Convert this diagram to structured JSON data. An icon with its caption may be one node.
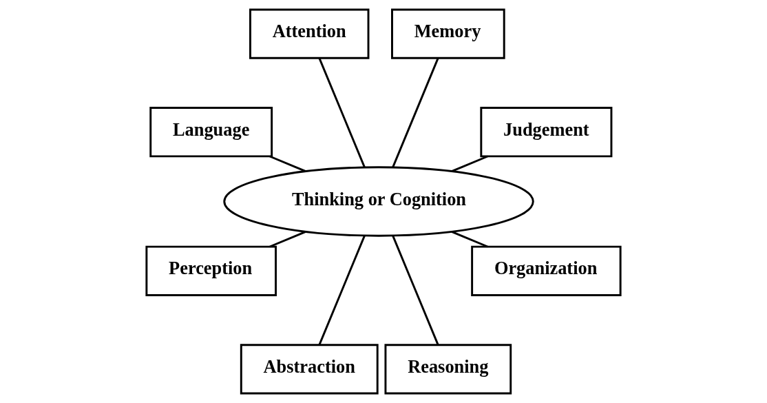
{
  "diagram": {
    "nodes": [
      {
        "text": [
          "Thinking or Cognition"
        ]
      },
      {
        "text": [
          "Judgement"
        ]
      },
      {
        "text": [
          "Memory"
        ]
      },
      {
        "text": [
          "Attention"
        ]
      },
      {
        "text": [
          "Language"
        ]
      },
      {
        "text": [
          "Perception"
        ]
      },
      {
        "text": [
          "Abstraction"
        ]
      },
      {
        "text": [
          "Reasoning"
        ]
      },
      {
        "text": [
          "Organization"
        ]
      }
    ],
    "edges": [
      {
        "from": 0,
        "to": 1,
        "arrow": "none"
      },
      {
        "from": 0,
        "to": 2,
        "arrow": "none"
      },
      {
        "from": 0,
        "to": 3,
        "arrow": "none"
      },
      {
        "from": 0,
        "to": 4,
        "arrow": "none"
      },
      {
        "from": 0,
        "to": 5,
        "arrow": "none"
      },
      {
        "from": 0,
        "to": 6,
        "arrow": "none"
      },
      {
        "from": 0,
        "to": 7,
        "arrow": "none"
      },
      {
        "from": 0,
        "to": 8,
        "arrow": "none"
      }
    ]
  }
}
